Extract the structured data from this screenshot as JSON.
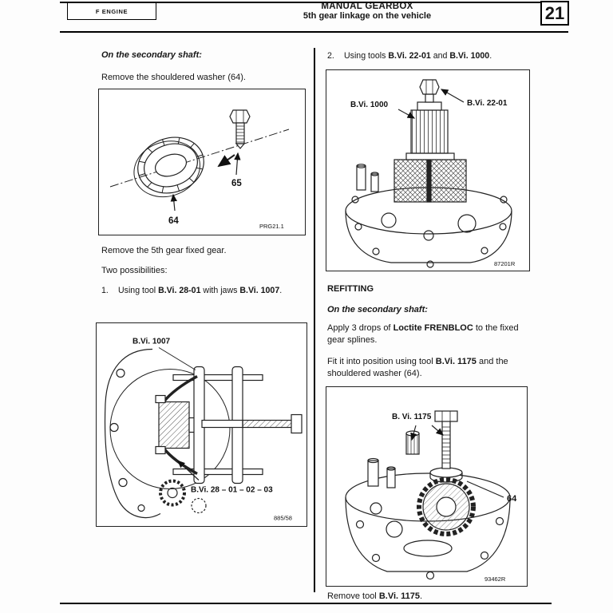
{
  "header": {
    "engine": "F ENGINE",
    "title1": "MANUAL GEARBOX",
    "title2": "5th gear linkage on the vehicle",
    "page_num": "21"
  },
  "left": {
    "heading": "On the secondary shaft:",
    "p1": "Remove the shouldered washer (64).",
    "fig1": {
      "label64": "64",
      "label65": "65",
      "ref": "PRG21.1"
    },
    "p2": "Remove the 5th gear fixed gear.",
    "p3": "Two possibilities:",
    "item1": {
      "num": "1.",
      "pre": "Using tool ",
      "b1": "B.Vi. 28-01",
      "mid": " with jaws ",
      "b2": "B.Vi. 1007",
      "post": "."
    },
    "fig2": {
      "tool_label": "B.Vi. 1007",
      "jaws_label": "B.Vi. 28 – 01 – 02 – 03",
      "ref": "885/58"
    }
  },
  "right": {
    "item2": {
      "num": "2.",
      "pre": "Using tools ",
      "b1": "B.Vi. 22-01",
      "mid": " and ",
      "b2": "B.Vi. 1000",
      "post": "."
    },
    "fig3": {
      "label_left": "B.Vi. 1000",
      "label_right": "B.Vi. 22-01",
      "ref": "87201R"
    },
    "refitting": "REFITTING",
    "heading": "On the secondary shaft:",
    "p4": {
      "pre": "Apply 3 drops of ",
      "b1": "Loctite FRENBLOC",
      "post": " to the fixed gear splines."
    },
    "p5": {
      "pre": "Fit it into position using tool ",
      "b1": "B.Vi. 1175",
      "post": " and the shouldered washer (64)."
    },
    "fig4": {
      "tool_label": "B. Vi. 1175",
      "washer_label": "64",
      "ref": "93462R"
    },
    "p6": {
      "pre": "Remove tool ",
      "b1": "B.Vi. 1175",
      "post": "."
    }
  }
}
